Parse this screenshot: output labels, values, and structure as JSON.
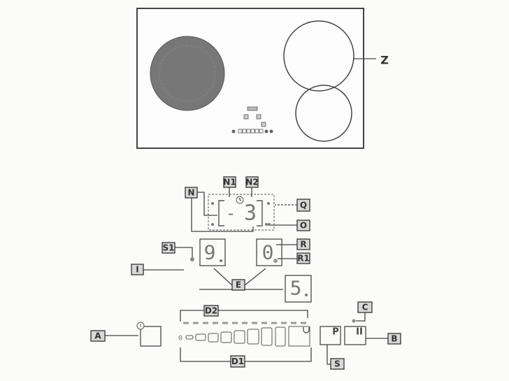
{
  "hob_labels": {
    "z": "Z"
  },
  "labels": {
    "n1": "N1",
    "n2": "N2",
    "n": "N",
    "q": "Q",
    "o": "O",
    "s1": "S1",
    "r": "R",
    "r1": "R1",
    "i": "I",
    "e": "E",
    "d2": "D2",
    "d1": "D1",
    "a": "A",
    "c": "C",
    "b": "B",
    "s": "S"
  },
  "displays": {
    "timer_left": "-",
    "timer_right": "3",
    "zone_left": "9",
    "zone_right": "0",
    "zone_extra": "5"
  },
  "buttons": {
    "slider_zero": "0",
    "pause": "II",
    "boost": "P"
  },
  "colors": {
    "cooking_zone_active": "#777777",
    "label_fill": "#d8d8d8"
  }
}
